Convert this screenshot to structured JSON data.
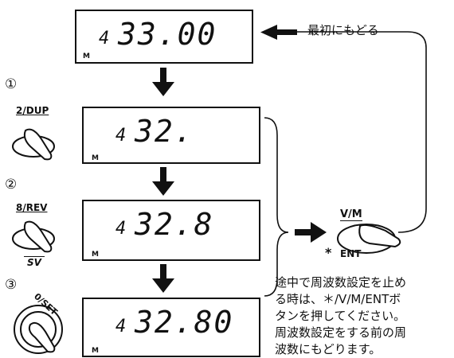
{
  "displays": {
    "initial": {
      "lead": "4",
      "value": "33.00",
      "mode": "M"
    },
    "step1": {
      "lead": "4",
      "value": "32.",
      "mode": "M"
    },
    "step2": {
      "lead": "4",
      "value": "32.8",
      "mode": "M"
    },
    "step3": {
      "lead": "4",
      "value": "32.80",
      "mode": "M"
    }
  },
  "steps": [
    {
      "marker": "①",
      "button": "2/DUP",
      "sub_label": ""
    },
    {
      "marker": "②",
      "button": "8/REV",
      "sub_label": "SV"
    },
    {
      "marker": "③",
      "button": "0/SET",
      "sub_label": ""
    }
  ],
  "enter_button": {
    "top_label": "V/M",
    "bottom_label": "ENT",
    "star": "*"
  },
  "return_label": "最初にもどる",
  "note": "途中で周波数設定を止め\nる時は、＊/V/M/ENTボ\nタンを押してください。\n周波数設定をする前の周\n波数にもどります。",
  "colors": {
    "ink": "#111111",
    "background": "#ffffff"
  }
}
